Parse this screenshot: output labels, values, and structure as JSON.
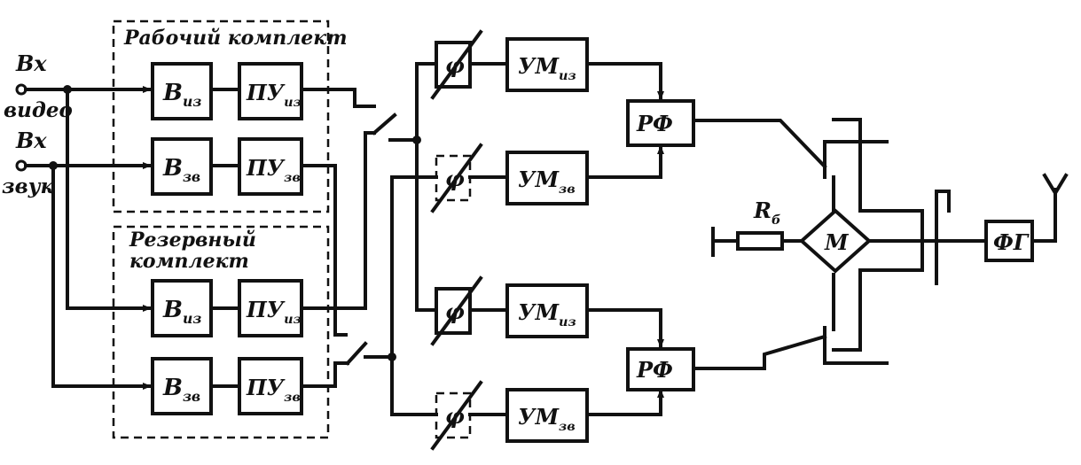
{
  "inputs": {
    "video": {
      "label": "Вх",
      "name": "видео"
    },
    "sound": {
      "label": "Вх",
      "name": "звук"
    }
  },
  "groups": {
    "working": "Рабочий комплект",
    "reserve_line1": "Резервный",
    "reserve_line2": "комплект"
  },
  "blocks": {
    "exciter_image": {
      "main": "В",
      "sub": "из"
    },
    "exciter_sound": {
      "main": "В",
      "sub": "зв"
    },
    "preamp_image": {
      "main": "ПУ",
      "sub": "из"
    },
    "preamp_sound": {
      "main": "ПУ",
      "sub": "зв"
    },
    "phase_shifter": {
      "main": "φ"
    },
    "amp_image": {
      "main": "УМ",
      "sub": "из"
    },
    "amp_sound": {
      "main": "УМ",
      "sub": "зв"
    },
    "separation_filter": {
      "main": "РФ"
    },
    "bridge": {
      "main": "М"
    },
    "ballast": {
      "main": "R",
      "sub": "б"
    },
    "harmonic_filter": {
      "main": "ФГ"
    }
  }
}
